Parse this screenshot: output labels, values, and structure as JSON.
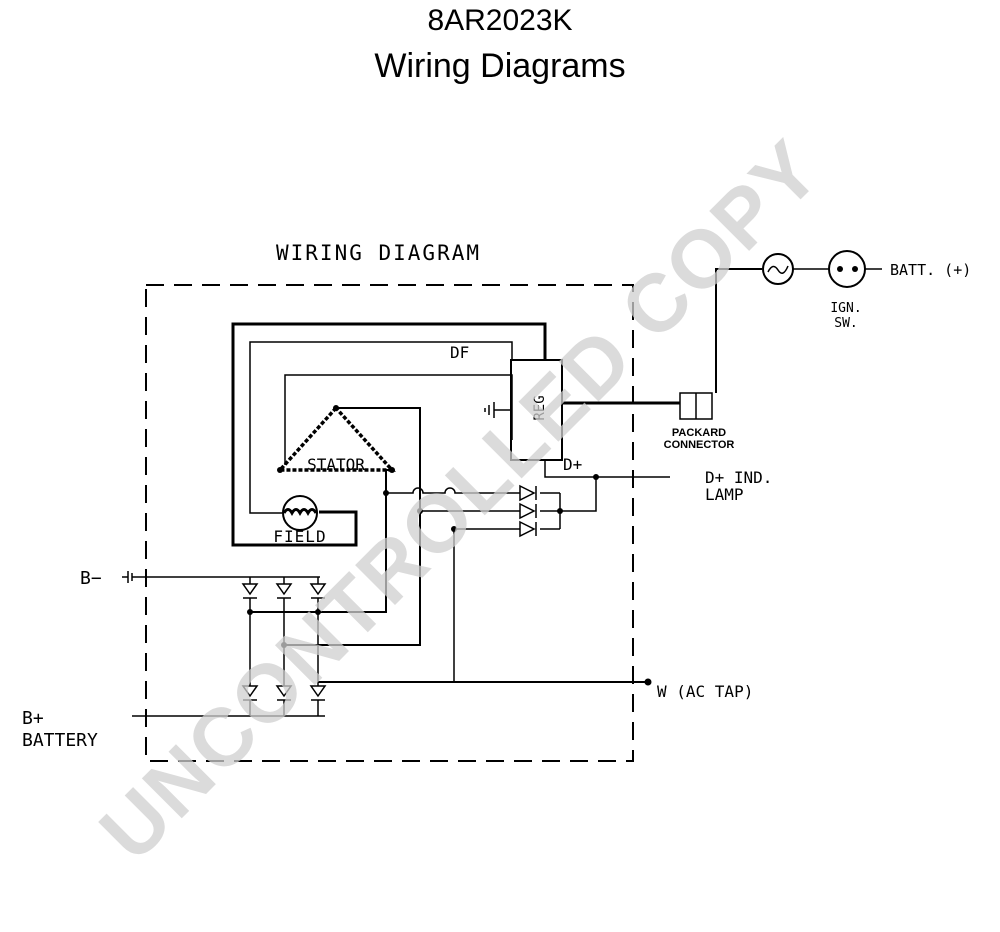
{
  "header": {
    "part_number": "8AR2023K",
    "subtitle": "Wiring Diagrams"
  },
  "diagram": {
    "heading": "WIRING DIAGRAM",
    "labels": {
      "df": "DF",
      "reg": "REG",
      "stator": "STATOR",
      "field": "FIELD",
      "d_plus": "D+",
      "d_plus_ind": "D+ IND.",
      "lamp": "LAMP",
      "b_minus": "B−",
      "b_plus": "B+",
      "battery": "BATTERY",
      "w_ac_tap": "W (AC TAP)",
      "packard_1": "PACKARD",
      "packard_2": "CONNECTOR",
      "batt_plus": "BATT. (+)",
      "ign": "IGN.",
      "sw": "SW."
    }
  },
  "watermark": "UNCONTROLLED COPY"
}
